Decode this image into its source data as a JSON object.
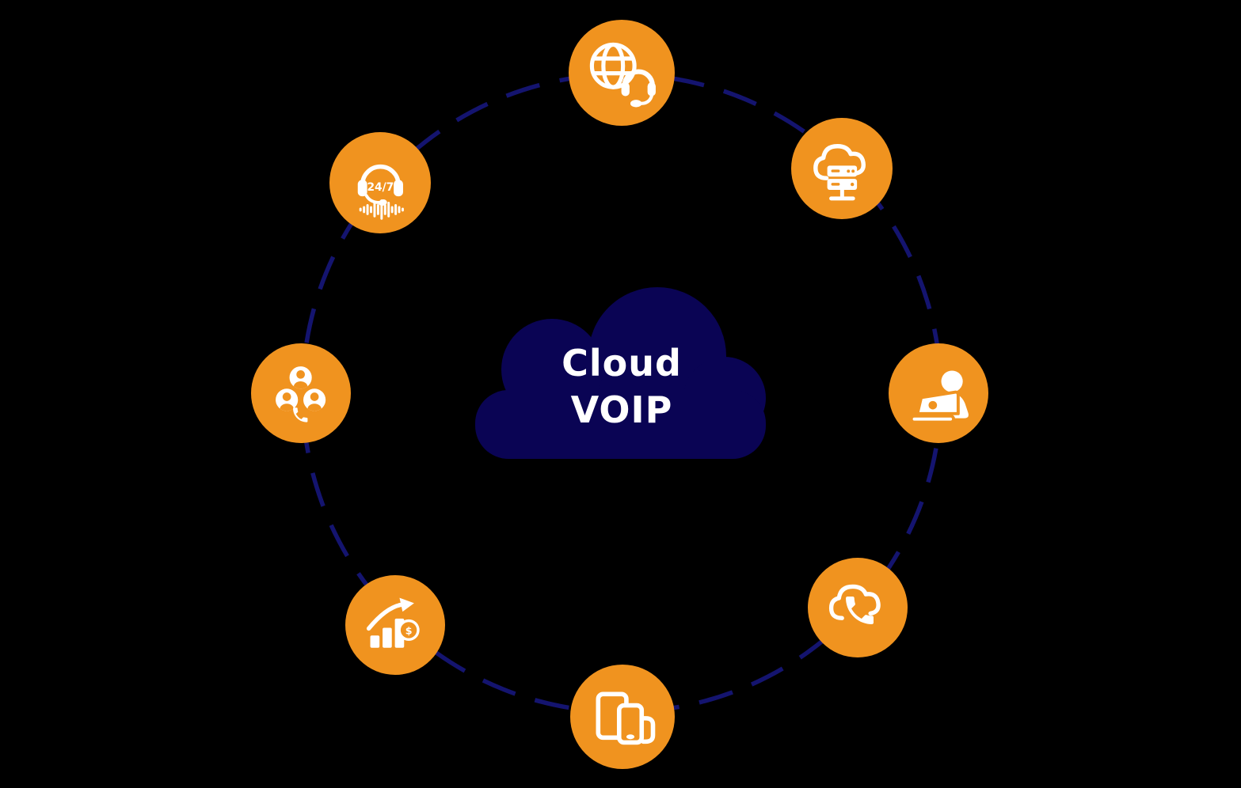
{
  "diagram": {
    "title": {
      "line1": "Cloud",
      "line2": "VOIP"
    },
    "colors": {
      "background": "#000000",
      "node_circle": "#f0931f",
      "icon": "#ffffff",
      "center_cloud": "#0a0454",
      "ring": "#14146f",
      "title_text": "#ffffff"
    },
    "ring_style": "dashed-circle",
    "nodes": [
      {
        "position": "top",
        "icon": "globe-headset-icon",
        "meaning": "global-voip-support"
      },
      {
        "position": "top-right",
        "icon": "cloud-server-icon",
        "meaning": "cloud-hosted-servers"
      },
      {
        "position": "right",
        "icon": "person-laptop-icon",
        "meaning": "remote-user"
      },
      {
        "position": "bottom-right",
        "icon": "cloud-phone-icon",
        "meaning": "cloud-calling"
      },
      {
        "position": "bottom",
        "icon": "devices-icon",
        "meaning": "multi-device-access"
      },
      {
        "position": "bottom-left",
        "icon": "growth-dollar-icon",
        "meaning": "cost-savings-growth",
        "label": "$"
      },
      {
        "position": "left",
        "icon": "users-call-icon",
        "meaning": "conference-calling"
      },
      {
        "position": "top-left",
        "icon": "headset-247-icon",
        "meaning": "round-the-clock-support",
        "label": "24/7"
      }
    ]
  }
}
